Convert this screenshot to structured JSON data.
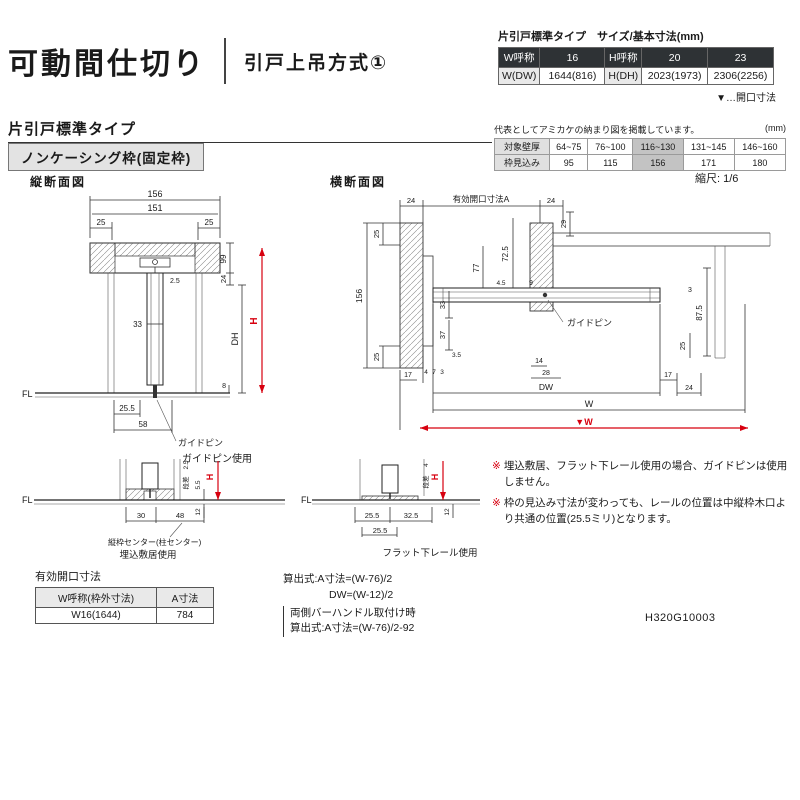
{
  "header": {
    "title": "可動間仕切り",
    "subtitle": "引戸上吊方式①"
  },
  "size_table": {
    "caption": "片引戸標準タイプ　サイズ/基本寸法(mm)",
    "r1": [
      "W呼称",
      "16",
      "H呼称",
      "20",
      "23"
    ],
    "r2": [
      "W(DW)",
      "1644(816)",
      "H(DH)",
      "2023(1973)",
      "2306(2256)"
    ],
    "note": "▼…開口寸法"
  },
  "section": {
    "type": "片引戸標準タイプ",
    "frame": "ノンケーシング枠(固定枠)"
  },
  "wall_table": {
    "caption": "代表としてアミカケの納まり図を掲載しています。",
    "unit": "(mm)",
    "rows": [
      {
        "label": "対象壁厚",
        "values": [
          "64~75",
          "76~100",
          "116~130",
          "131~145",
          "146~160"
        ]
      },
      {
        "label": "枠見込み",
        "values": [
          "95",
          "115",
          "156",
          "171",
          "180"
        ]
      }
    ]
  },
  "scale": "縮尺: 1/6",
  "vsec": {
    "title": "縦断面図",
    "caption": "ガイドピン使用",
    "labels": {
      "w156": "156",
      "w151": "151",
      "w25l": "25",
      "w25r": "25",
      "h99": "99",
      "h24": "24",
      "g2_5": "2.5",
      "t33": "33",
      "dh": "DH",
      "h": "H",
      "fl": "FL",
      "g8": "8",
      "b25_5": "25.5",
      "b58": "58",
      "guidepin": "ガイドピン"
    }
  },
  "hsec": {
    "title": "横断面図",
    "labels": {
      "openA": "有効開口寸法A",
      "t24l": "24",
      "t24r": "24",
      "v29": "29",
      "l25t": "25",
      "l156": "156",
      "l25b": "25",
      "v77": "77",
      "v72_5": "72.5",
      "g4_5": "4.5",
      "g9": "9",
      "v33": "33",
      "v37": "37",
      "g3_5": "3.5",
      "g3r": "3",
      "v87_5": "87.5",
      "v25r": "25",
      "b17l": "17",
      "b4": "4",
      "b7": "7",
      "b3": "3",
      "b14": "14",
      "b28": "28",
      "b17r": "17",
      "b24": "24",
      "dw": "DW",
      "w": "W",
      "wv": "▼W",
      "guidepin": "ガイドピン"
    }
  },
  "detail1": {
    "caption": "埋込敷居使用",
    "labels": {
      "fl": "FL",
      "step": "段差",
      "s2_5": "2.5",
      "s5_5": "5.5",
      "h": "H",
      "v12": "12",
      "b30": "30",
      "b48": "48",
      "center": "縦枠センター(柱センター)"
    }
  },
  "detail2": {
    "caption": "フラット下レール使用",
    "labels": {
      "fl": "FL",
      "step": "段差",
      "s4": "4",
      "h": "H",
      "v12": "12",
      "b25_5a": "25.5",
      "b32_5": "32.5",
      "b25_5b": "25.5"
    }
  },
  "notes": [
    {
      "mark": "※",
      "text": "埋込敷居、フラット下レール使用の場合、ガイドピンは使用しません。"
    },
    {
      "mark": "※",
      "text": "枠の見込み寸法が変わっても、レールの位置は中縦枠木口より共通の位置(25.5ミリ)となります。"
    }
  ],
  "open_table": {
    "title": "有効開口寸法",
    "h1": "W呼称(枠外寸法)",
    "h2": "A寸法",
    "c1": "W16(1644)",
    "c2": "784"
  },
  "formulas": {
    "line1": "算出式:A寸法=(W-76)/2",
    "line2": "DW=(W-12)/2",
    "b1": "両側バーハンドル取付け時",
    "b2": "算出式:A寸法=(W-76)/2-92"
  },
  "doc_code": "H320G10003"
}
